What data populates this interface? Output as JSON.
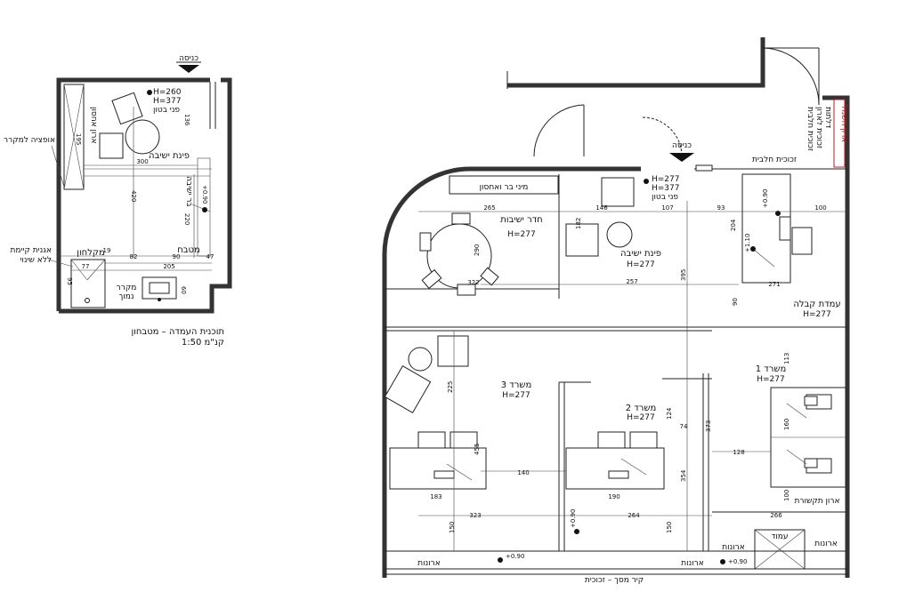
{
  "small_plan": {
    "entrance": "כניסה",
    "closet": "ארון אחסון",
    "ceiling_option": "אופציה למקרר",
    "seating": "פינת ישיבה",
    "bar_stools": "בר ישיבה",
    "kitchen": "מטבח",
    "kitchenette": "מקלחון",
    "fridge": "מקרר",
    "fridge2": "נמוך",
    "existing_sink_1": "אגנית קיימת",
    "existing_sink_2": "ללא שינוי",
    "h_260": "H=260",
    "h_377": "H=377",
    "concrete": "פני בטון",
    "elev": "+0.90",
    "title_1": "תוכנית העמדה – מטבחון",
    "title_2": "קנ\"מ 1:50",
    "dims": [
      "300",
      "195",
      "136",
      "420",
      "220",
      "19",
      "82",
      "90",
      "47",
      "205",
      "77",
      "95",
      "60"
    ]
  },
  "main_plan": {
    "entrance": "כניסה",
    "glass_wall": "זכוכית חלבית",
    "glass_doors_1": "דלתות",
    "glass_doors_2": "זכוכית לארון",
    "glass_doors_3": "זכוכית חלבית",
    "red_label": "ארון חשמל",
    "mini_bar": "מיני בר ואחסון",
    "meeting_room": "חדר ישיבות",
    "meeting_h": "H=277",
    "seating": "פינת ישיבה",
    "seating_h": "H=277",
    "h_277": "H=277",
    "h_377": "H=377",
    "concrete": "פני בטון",
    "reception": "עמדת קבלה",
    "reception_h": "H=277",
    "office1": "משרד 1",
    "office1_h": "H=277",
    "office2": "משרד 2",
    "office2_h": "H=277",
    "office3": "משרד 3",
    "office3_h": "H=277",
    "comm_closet": "ארון תקשורת",
    "cabinets": "ארונות",
    "column": "עמוד",
    "bottom_wall": "קיר מסך – זכוכית",
    "elev_090": "+0.90",
    "elev_110": "+1.10",
    "dims": [
      "265",
      "146",
      "107",
      "93",
      "204",
      "100",
      "182",
      "290",
      "322",
      "257",
      "395",
      "271",
      "90",
      "113",
      "225",
      "455",
      "140",
      "183",
      "323",
      "124",
      "74",
      "373",
      "128",
      "190",
      "264",
      "354",
      "160",
      "100",
      "266",
      "150",
      "150"
    ]
  }
}
